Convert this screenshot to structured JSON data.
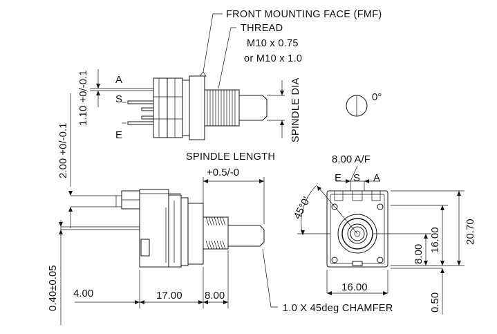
{
  "labels": {
    "fmf": "FRONT MOUNTING FACE (FMF)",
    "thread": "THREAD",
    "thread_spec_1": "M10 x 0.75",
    "thread_spec_2": "or M10 x 1.0",
    "spindle_dia": "SPINDLE DIA",
    "angle_zero": "0°",
    "spindle_length": "SPINDLE LENGTH",
    "spindle_length_tol": "+0.5/-0",
    "af": "8.00 A/F",
    "terminal_e": "E",
    "terminal_s": "S",
    "terminal_a": "A",
    "chamfer": "1.0 X 45deg CHAMFER",
    "angle_45": "45°0'"
  },
  "dimensions": {
    "d_110": "1.10 +0/-0.1",
    "d_200": "2.00 +0/-0.1",
    "d_040": "0.40±0.05",
    "d_400": "4.00",
    "d_1700": "17.00",
    "d_800_side": "8.00",
    "d_1600_bottom": "16.00",
    "d_800_right": "8.00",
    "d_1600_right": "16.00",
    "d_2070": "20.70",
    "d_050": "0.50"
  }
}
